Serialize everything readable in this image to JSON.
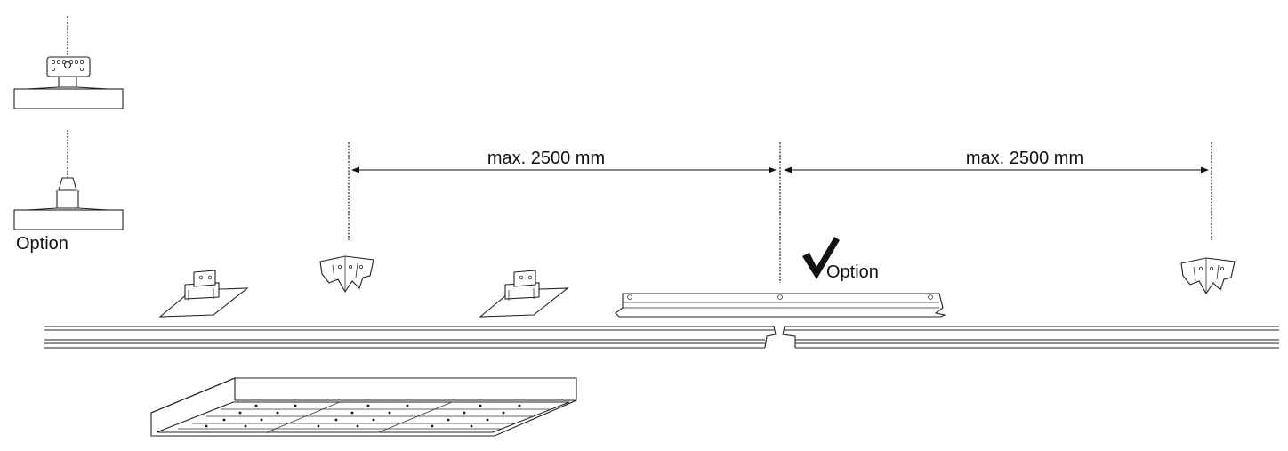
{
  "labels": {
    "option_left": "Option",
    "option_check": "Option",
    "dimension_left": "max. 2500 mm",
    "dimension_right": "max. 2500 mm"
  },
  "icons": {
    "check": "check-mark-icon"
  },
  "colors": {
    "line": "#222222",
    "background": "#ffffff"
  }
}
